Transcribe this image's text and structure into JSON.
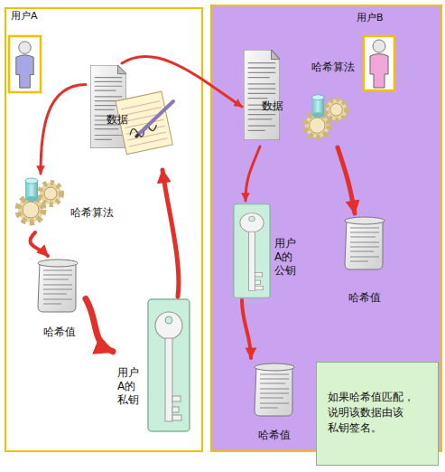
{
  "diagram": {
    "nodes": [
      {
        "text": [
          "用户A"
        ]
      },
      {
        "text": [
          "数据"
        ],
        "in": 0
      },
      {
        "text": [
          "哈希算法"
        ],
        "in": 0
      },
      {
        "text": [
          "哈希值"
        ],
        "in": 0
      },
      {
        "text": [
          "用户 A的 私钥"
        ],
        "in": 0
      },
      {
        "text": [
          "用户B"
        ]
      },
      {
        "text": [
          "数据"
        ],
        "in": 5
      },
      {
        "text": [
          "哈希算法"
        ],
        "in": 5
      },
      {
        "text": [
          "哈希值"
        ],
        "in": 5
      },
      {
        "text": [
          "用户 A的 公钥"
        ],
        "in": 5
      },
      {
        "text": [
          "哈希值"
        ],
        "in": 5
      },
      {
        "text": [
          "如果哈希值匹配， 说明该数据由该 私钥签名。"
        ],
        "in": 5
      }
    ],
    "edges": [
      {
        "from": 1,
        "to": 2,
        "arrow": "to"
      },
      {
        "from": 2,
        "to": 3,
        "arrow": "to"
      },
      {
        "from": 3,
        "to": 4,
        "arrow": "to"
      },
      {
        "from": 4,
        "to": 1,
        "arrow": "to"
      },
      {
        "from": 1,
        "to": 6,
        "arrow": "to"
      },
      {
        "from": 7,
        "to": 8,
        "arrow": "to"
      },
      {
        "from": 6,
        "to": 9,
        "arrow": "to"
      },
      {
        "from": 9,
        "to": 10,
        "arrow": "to"
      }
    ]
  }
}
